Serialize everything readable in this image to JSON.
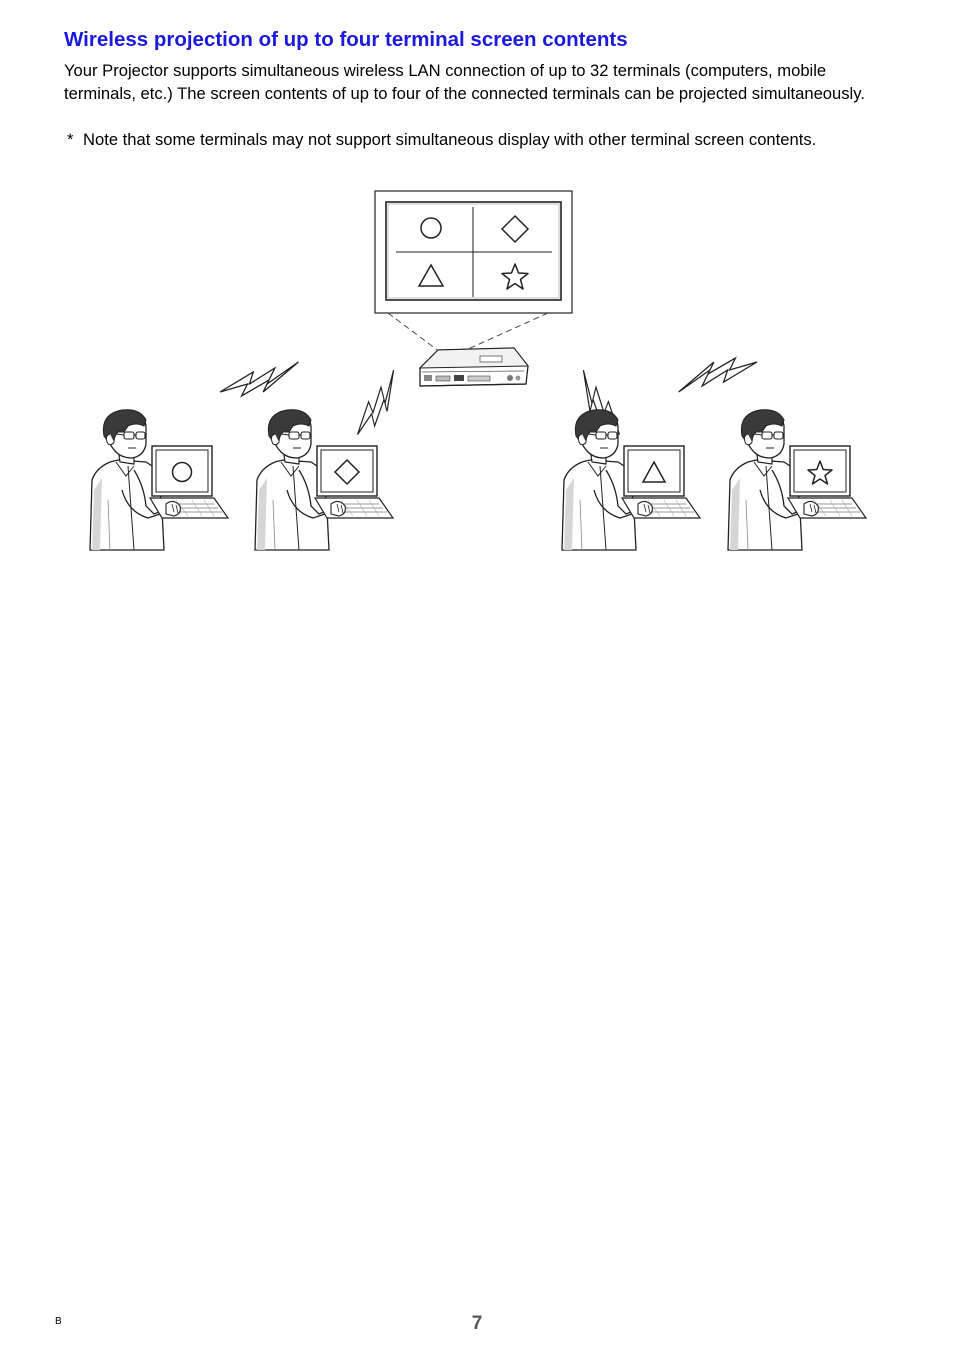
{
  "section": {
    "heading": "Wireless projection of up to four terminal screen contents",
    "body": "Your Projector supports simultaneous wireless LAN connection of up to 32 terminals (computers, mobile terminals, etc.) The screen contents of up to four of the connected terminals can be projected simultaneously.",
    "note_mark": "*",
    "note": "Note that some terminals may not support simultaneous display with other terminal screen contents."
  },
  "illustration": {
    "screen_cells": [
      "circle",
      "diamond",
      "triangle",
      "star"
    ],
    "terminal_shapes": [
      "circle",
      "diamond",
      "triangle",
      "star"
    ],
    "colors": {
      "heading": "#1a1adc",
      "line_art": "#222222",
      "shade": "#cfcfcf"
    }
  },
  "footer": {
    "code": "B",
    "page_number": "7"
  }
}
